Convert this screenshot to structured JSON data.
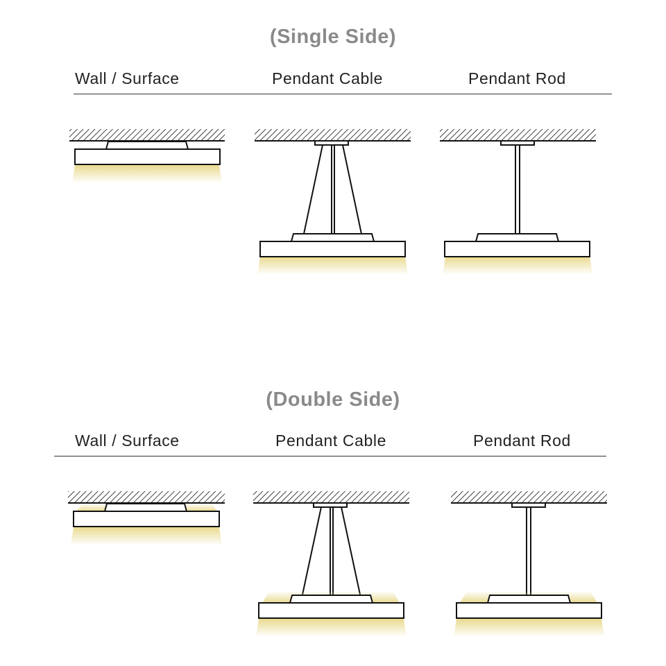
{
  "single_side": {
    "title": "(Single Side)",
    "labels": [
      "Wall / Surface",
      "Pendant Cable",
      "Pendant Rod"
    ]
  },
  "double_side": {
    "title": "(Double Side)",
    "labels": [
      "Wall / Surface",
      "Pendant Cable",
      "Pendant Rod"
    ]
  },
  "colors": {
    "title": "#8a8a8a",
    "line": "#111111",
    "glow": "#e8d88a"
  }
}
